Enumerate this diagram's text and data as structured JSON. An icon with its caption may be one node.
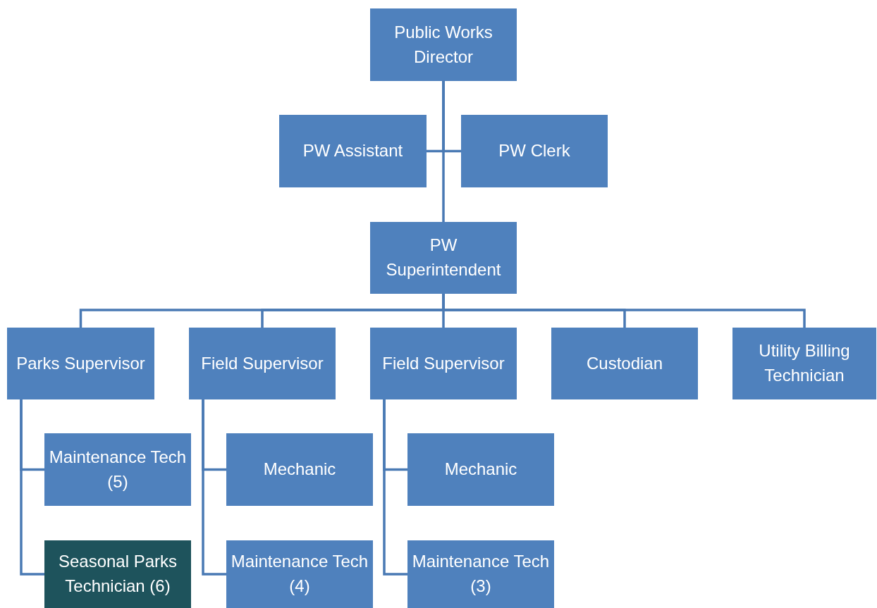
{
  "diagram": {
    "nodes": [
      {
        "text": [
          "Public Works Director"
        ]
      },
      {
        "text": [
          "PW Assistant"
        ]
      },
      {
        "text": [
          "PW Clerk"
        ]
      },
      {
        "text": [
          "PW Superintendent"
        ]
      },
      {
        "text": [
          "Parks Supervisor"
        ]
      },
      {
        "text": [
          "Field Supervisor"
        ]
      },
      {
        "text": [
          "Field Supervisor"
        ]
      },
      {
        "text": [
          "Custodian"
        ]
      },
      {
        "text": [
          "Utility Billing Technician"
        ]
      },
      {
        "text": [
          "Maintenance Tech (5)"
        ]
      },
      {
        "text": [
          "Seasonal Parks Technician (6)"
        ]
      },
      {
        "text": [
          "Mechanic"
        ]
      },
      {
        "text": [
          "Maintenance Tech (4)"
        ]
      },
      {
        "text": [
          "Mechanic"
        ]
      },
      {
        "text": [
          "Maintenance Tech (3)"
        ]
      }
    ],
    "edges": [
      {
        "from": 0,
        "to": 1,
        "arrow": "none"
      },
      {
        "from": 0,
        "to": 2,
        "arrow": "none"
      },
      {
        "from": 0,
        "to": 3,
        "arrow": "none"
      },
      {
        "from": 3,
        "to": 4,
        "arrow": "none"
      },
      {
        "from": 3,
        "to": 5,
        "arrow": "none"
      },
      {
        "from": 3,
        "to": 6,
        "arrow": "none"
      },
      {
        "from": 3,
        "to": 7,
        "arrow": "none"
      },
      {
        "from": 3,
        "to": 8,
        "arrow": "none"
      },
      {
        "from": 4,
        "to": 9,
        "arrow": "none"
      },
      {
        "from": 4,
        "to": 10,
        "arrow": "none"
      },
      {
        "from": 5,
        "to": 11,
        "arrow": "none"
      },
      {
        "from": 5,
        "to": 12,
        "arrow": "none"
      },
      {
        "from": 6,
        "to": 13,
        "arrow": "none"
      },
      {
        "from": 6,
        "to": 14,
        "arrow": "none"
      }
    ]
  }
}
